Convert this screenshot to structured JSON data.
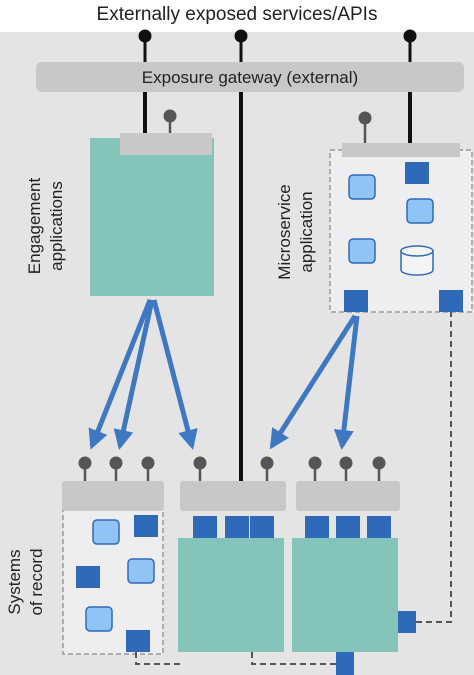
{
  "header": {
    "title": "Externally exposed services/APIs"
  },
  "gateway": {
    "label": "Exposure gateway (external)"
  },
  "engagement": {
    "label_line1": "Engagement",
    "label_line2": "applications"
  },
  "microservice": {
    "label_line1": "Microservice",
    "label_line2": "application"
  },
  "systems": {
    "label_line1": "Systems",
    "label_line2": "of record"
  },
  "colors": {
    "background": "#e4e4e4",
    "gateway": "#c8c8c8",
    "teal": "#85c4bb",
    "arrow": "#3f78c2",
    "blue_square": "#2f6ab8",
    "light_blue": "#8fc4f5",
    "line": "#111111"
  }
}
